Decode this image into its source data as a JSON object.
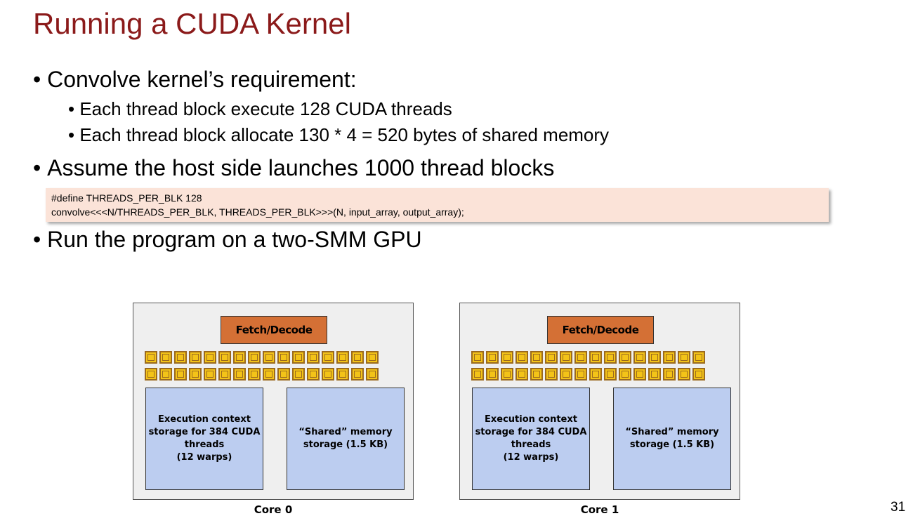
{
  "slide": {
    "title": "Running a CUDA Kernel",
    "bullets": [
      "Convolve kernel’s requirement:",
      "Each thread block execute 128 CUDA threads",
      "Each thread block allocate 130 * 4 = 520 bytes of shared memory",
      "Assume the host side launches 1000 thread blocks",
      "Run the program on a two-SMM GPU"
    ],
    "code": [
      "#define THREADS_PER_BLK 128",
      "convolve<<<N/THREADS_PER_BLK, THREADS_PER_BLK>>>(N, input_array, output_array);"
    ],
    "page_number": "31"
  },
  "diagram": {
    "cores": [
      {
        "label": "Core 0",
        "fetch_decode": "Fetch/Decode",
        "exec_context": [
          "Execution context",
          "storage for 384 CUDA",
          "threads",
          "(12 warps)"
        ],
        "shared_memory": [
          "“Shared” memory",
          "storage (1.5 KB)"
        ]
      },
      {
        "label": "Core 1",
        "fetch_decode": "Fetch/Decode",
        "exec_context": [
          "Execution context",
          "storage for 384 CUDA",
          "threads",
          "(12 warps)"
        ],
        "shared_memory": [
          "“Shared” memory",
          "storage (1.5 KB)"
        ]
      }
    ],
    "alus_per_row": 16,
    "alu_rows": 2,
    "colors": {
      "title": "#8b1a1a",
      "fetch_decode": "#d47035",
      "alu_fill": "#f3c318",
      "alu_border": "#9a6a1f",
      "storage": "#bccdf0",
      "core_bg": "#efefef",
      "code_bg": "#fbe3d8"
    }
  }
}
